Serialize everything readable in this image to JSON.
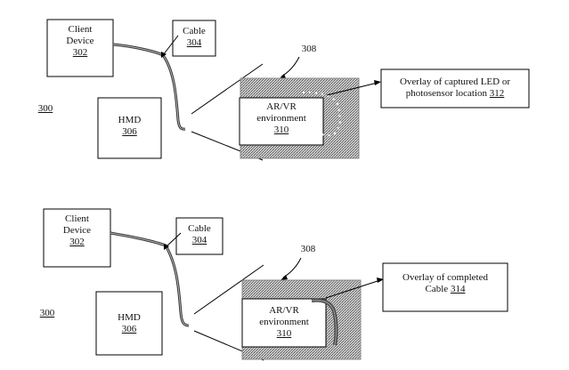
{
  "top": {
    "figure_ref": "300",
    "client_device": {
      "line1": "Client",
      "line2": "Device",
      "ref": "302"
    },
    "cable": {
      "label": "Cable",
      "ref": "304"
    },
    "hmd": {
      "label": "HMD",
      "ref": "306"
    },
    "view_ref": "308",
    "environment": {
      "line1": "AR/VR",
      "line2": "environment",
      "ref": "310"
    },
    "overlay": {
      "line1": "Overlay of captured LED or",
      "line2": "photosensor location",
      "ref": "312"
    }
  },
  "bottom": {
    "figure_ref": "300",
    "client_device": {
      "line1": "Client",
      "line2": "Device",
      "ref": "302"
    },
    "cable": {
      "label": "Cable",
      "ref": "304"
    },
    "hmd": {
      "label": "HMD",
      "ref": "306"
    },
    "view_ref": "308",
    "environment": {
      "line1": "AR/VR",
      "line2": "environment",
      "ref": "310"
    },
    "overlay": {
      "line1": "Overlay of completed",
      "line2": "Cable",
      "ref": "314"
    }
  }
}
